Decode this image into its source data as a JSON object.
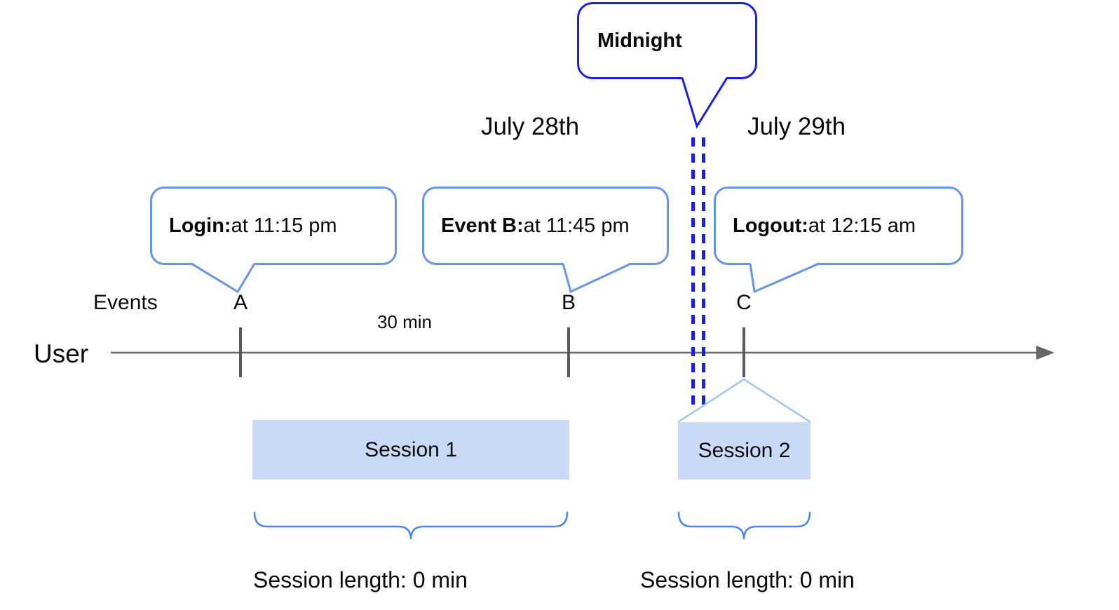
{
  "colors": {
    "deep_blue": "#1c1ee0",
    "callout_blue": "#6694ea",
    "brace_blue": "#4a86e8",
    "connector_blue": "#a4c2f4",
    "session_fill": "#c9daf8",
    "axis_gray": "#666666",
    "tick_gray": "#595959",
    "text_color": "#0a0a0a"
  },
  "midnight": {
    "label": "Midnight"
  },
  "dates": {
    "left": "July 28th",
    "right": "July 29th"
  },
  "axis": {
    "user_label": "User",
    "events_label": "Events",
    "interval_label": "30 min"
  },
  "events": [
    {
      "tick": "A",
      "callout_title": "Login:",
      "callout_detail": " at 11:15 pm"
    },
    {
      "tick": "B",
      "callout_title": "Event B:",
      "callout_detail": " at 11:45 pm"
    },
    {
      "tick": "C",
      "callout_title": "Logout:",
      "callout_detail": " at 12:15 am"
    }
  ],
  "sessions": [
    {
      "label": "Session 1",
      "length": "Session length: 0 min"
    },
    {
      "label": "Session 2",
      "length": "Session length: 0 min"
    }
  ]
}
